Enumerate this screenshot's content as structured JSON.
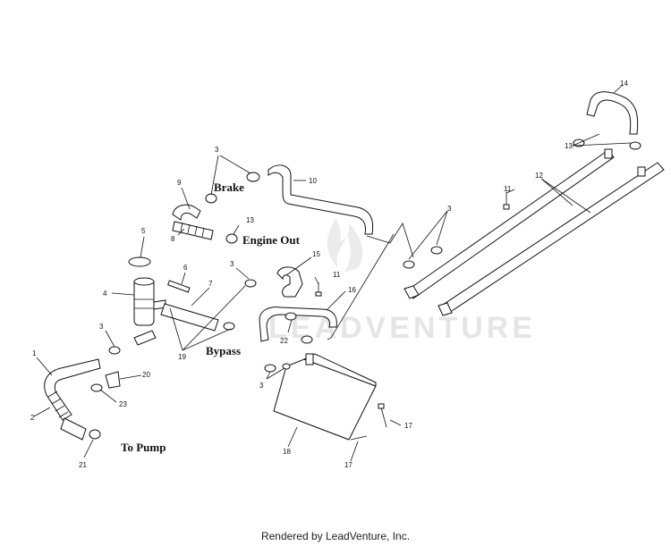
{
  "callouts": {
    "c1": "1",
    "c2": "2",
    "c3a": "3",
    "c3b": "3",
    "c3c": "3",
    "c3d": "3",
    "c3e": "3",
    "c4": "4",
    "c5": "5",
    "c6": "6",
    "c7": "7",
    "c8": "8",
    "c9": "9",
    "c10": "10",
    "c11a": "11",
    "c11b": "11",
    "c12": "12",
    "c13a": "13",
    "c13b": "13",
    "c14": "14",
    "c15": "15",
    "c16": "16",
    "c17a": "17",
    "c17b": "17",
    "c18": "18",
    "c19": "19",
    "c20": "20",
    "c21": "21",
    "c22": "22",
    "c23": "23"
  },
  "labels": {
    "brake": "Brake",
    "engine_out": "Engine Out",
    "bypass": "Bypass",
    "to_pump": "To Pump"
  },
  "watermark": "LEADVENTURE",
  "footer": "Rendered by LeadVenture, Inc."
}
